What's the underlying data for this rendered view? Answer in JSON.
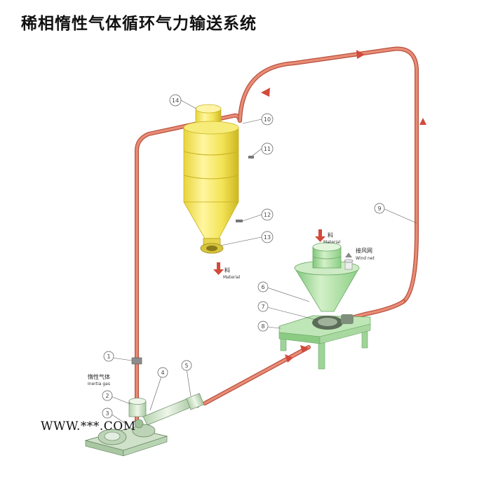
{
  "title": "稀相惰性气体循环气力输送系统",
  "watermark": "WWW.***.COM",
  "labels": {
    "material_cn": "料",
    "material_en": "Material",
    "inert_gas_cn": "惰性气体",
    "inert_gas_en": "Inertia gas",
    "wind_net_cn": "接风网",
    "wind_net_en": "Wind net"
  },
  "callouts": [
    "1",
    "2",
    "3",
    "4",
    "5",
    "6",
    "7",
    "8",
    "9",
    "10",
    "11",
    "12",
    "13",
    "14"
  ],
  "colors": {
    "pipe": "#d8735e",
    "pipe_edge": "#b8503d",
    "cyclone": "#f2e45a",
    "cyclone_shadow": "#d9c834",
    "feeder": "#a8dca0",
    "feeder_shadow": "#7cc176",
    "blower": "#cfe2c9",
    "arrow": "#d24a3a"
  }
}
